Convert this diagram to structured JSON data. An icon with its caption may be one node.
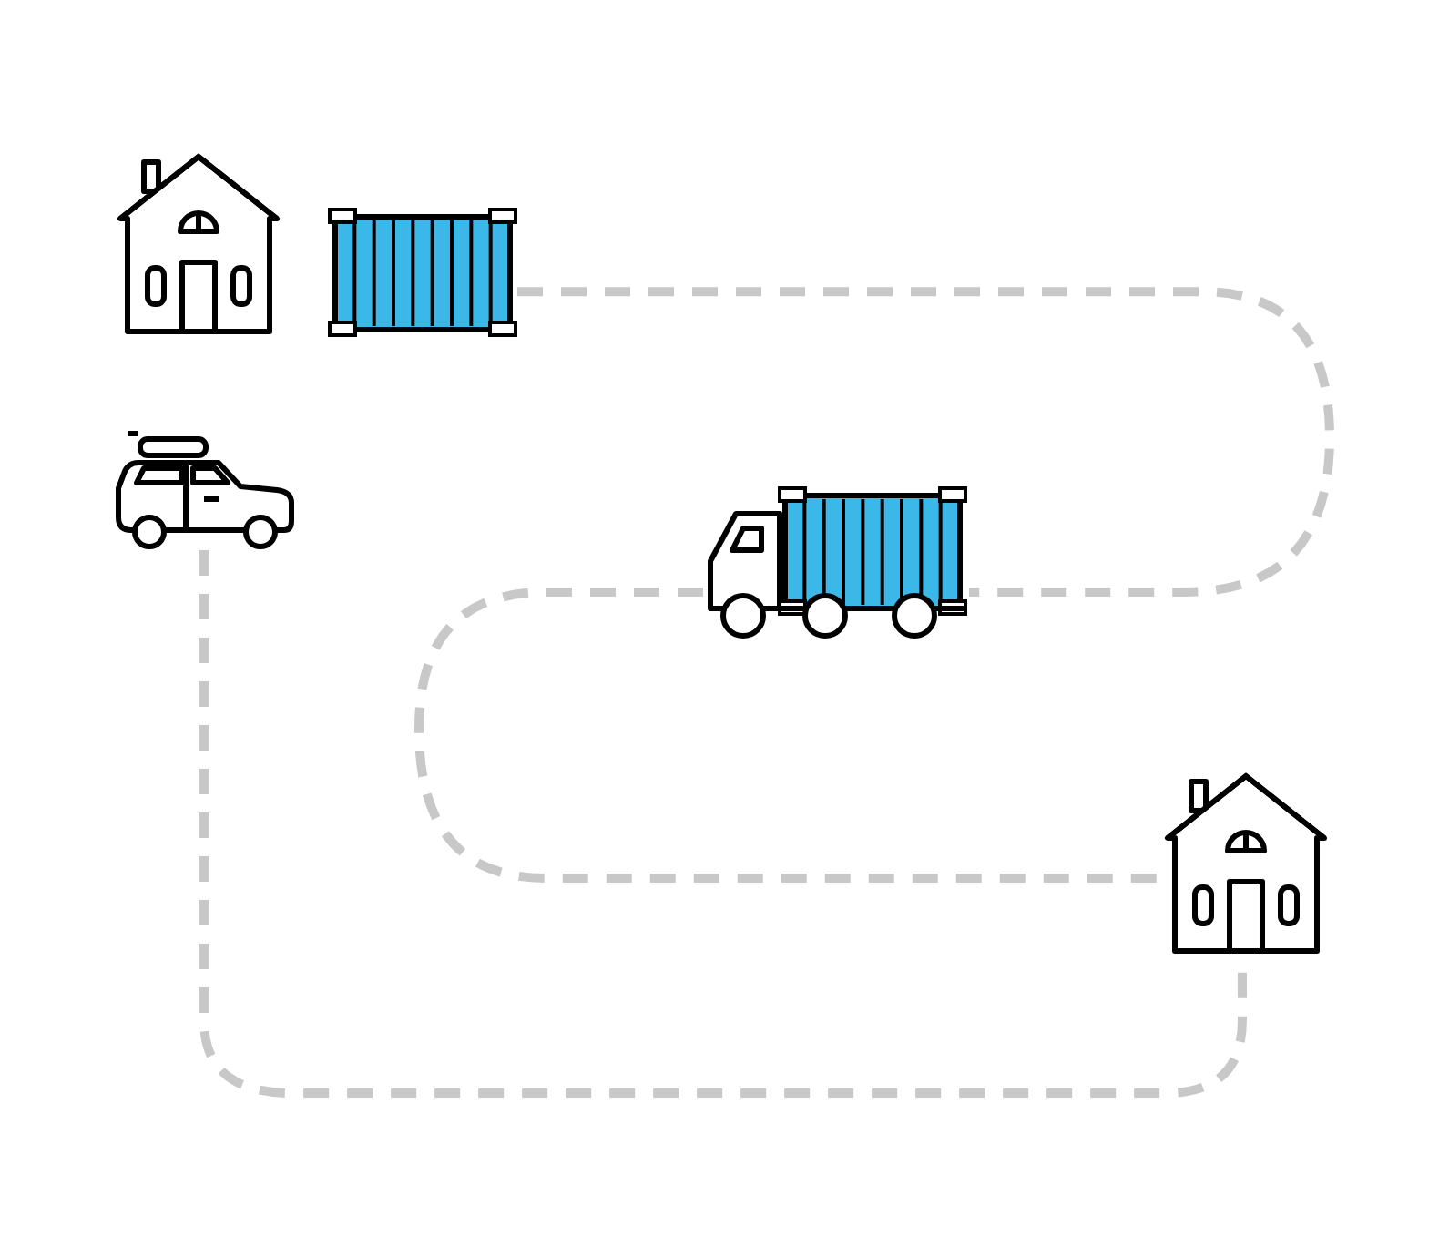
{
  "diagram": {
    "nodes": [
      {
        "text": [],
        "shape": "house"
      },
      {
        "text": [],
        "shape": "container"
      },
      {
        "text": [],
        "shape": "car"
      },
      {
        "text": [],
        "shape": "truck"
      },
      {
        "text": [],
        "shape": "house"
      }
    ],
    "edges": [
      {
        "from": 1,
        "to": 3,
        "arrow": "none",
        "style": "dashed"
      },
      {
        "from": 3,
        "to": 4,
        "arrow": "none",
        "style": "dashed"
      },
      {
        "from": 2,
        "to": 4,
        "arrow": "none",
        "style": "dashed"
      }
    ]
  }
}
